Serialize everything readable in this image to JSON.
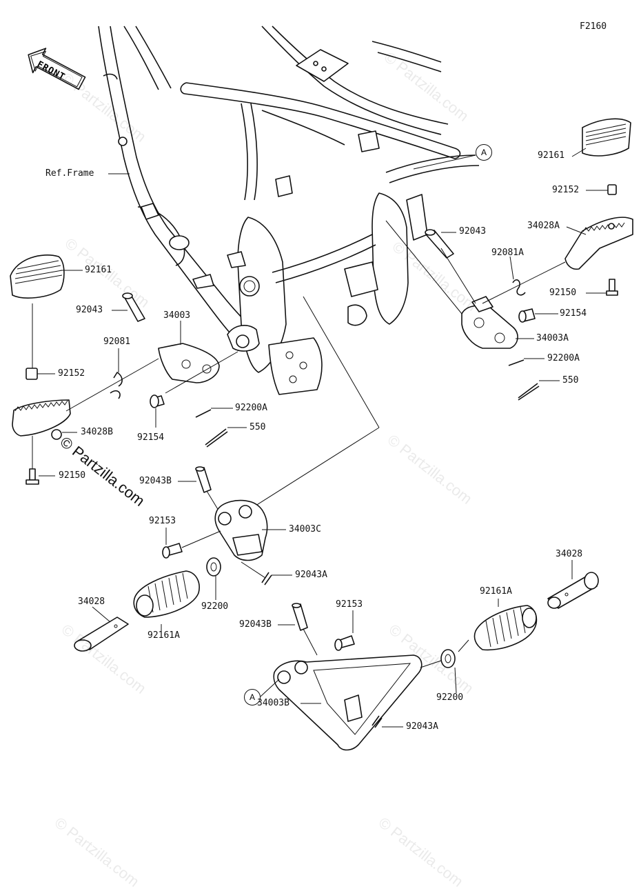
{
  "diagram_id": "F2160",
  "front_label": "FRONT",
  "ref_frame_label": "Ref.Frame",
  "watermark": "© Partzilla.com",
  "watermark_strong": "© Partzilla.com",
  "callout_marker": "A",
  "labels": [
    {
      "id": "l92161-r",
      "text": "92161"
    },
    {
      "id": "l92152-r",
      "text": "92152"
    },
    {
      "id": "l34028A",
      "text": "34028A"
    },
    {
      "id": "l92043-r",
      "text": "92043"
    },
    {
      "id": "l92081A",
      "text": "92081A"
    },
    {
      "id": "l92150-r",
      "text": "92150"
    },
    {
      "id": "l92154-r",
      "text": "92154"
    },
    {
      "id": "l34003A",
      "text": "34003A"
    },
    {
      "id": "l92200A-r",
      "text": "92200A"
    },
    {
      "id": "l550-r",
      "text": "550"
    },
    {
      "id": "l92161-l",
      "text": "92161"
    },
    {
      "id": "l92043-l",
      "text": "92043"
    },
    {
      "id": "l34003",
      "text": "34003"
    },
    {
      "id": "l92081",
      "text": "92081"
    },
    {
      "id": "l92152-l",
      "text": "92152"
    },
    {
      "id": "l34028B",
      "text": "34028B"
    },
    {
      "id": "l92150-l",
      "text": "92150"
    },
    {
      "id": "l92154-l",
      "text": "92154"
    },
    {
      "id": "l92200A-l",
      "text": "92200A"
    },
    {
      "id": "l550-l",
      "text": "550"
    },
    {
      "id": "l92043B-1",
      "text": "92043B"
    },
    {
      "id": "l92153-1",
      "text": "92153"
    },
    {
      "id": "l34003C",
      "text": "34003C"
    },
    {
      "id": "l92043A-1",
      "text": "92043A"
    },
    {
      "id": "l34028-l",
      "text": "34028"
    },
    {
      "id": "l92161A-l",
      "text": "92161A"
    },
    {
      "id": "l92200-l",
      "text": "92200"
    },
    {
      "id": "l92043B-2",
      "text": "92043B"
    },
    {
      "id": "l92153-2",
      "text": "92153"
    },
    {
      "id": "l34028-r",
      "text": "34028"
    },
    {
      "id": "l92161A-r",
      "text": "92161A"
    },
    {
      "id": "l92200-r",
      "text": "92200"
    },
    {
      "id": "l34003B",
      "text": "34003B"
    },
    {
      "id": "l92043A-2",
      "text": "92043A"
    }
  ]
}
